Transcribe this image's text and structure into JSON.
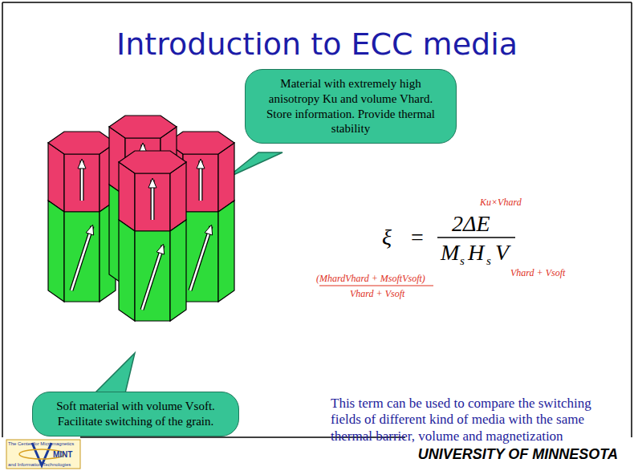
{
  "diagram": {
    "title": "Introduction to ECC media",
    "nodes": [
      {
        "text": [
          "Material with extremely high anisotropy Ku and volume Vhard. Store information. Provide thermal stability"
        ]
      },
      {
        "text": [
          "Soft material with volume Vsoft. Facilitate switching of the grain."
        ]
      }
    ],
    "labels": [
      "ξ",
      "=",
      "2ΔE",
      "M",
      "s",
      "H",
      "s",
      "V",
      "Ku×Vhard",
      "Vhard + Vsoft",
      "(MhardVhard + MsoftVsoft)",
      "Vhard + Vsoft",
      "This term can be used to compare the switching fields of different kind of media with the same thermal barrier, volume and magnetization",
      "UNIVERSITY OF MINNESOTA",
      "The Center for Micromagnetics",
      "MINT",
      "and Information Technologies"
    ]
  }
}
